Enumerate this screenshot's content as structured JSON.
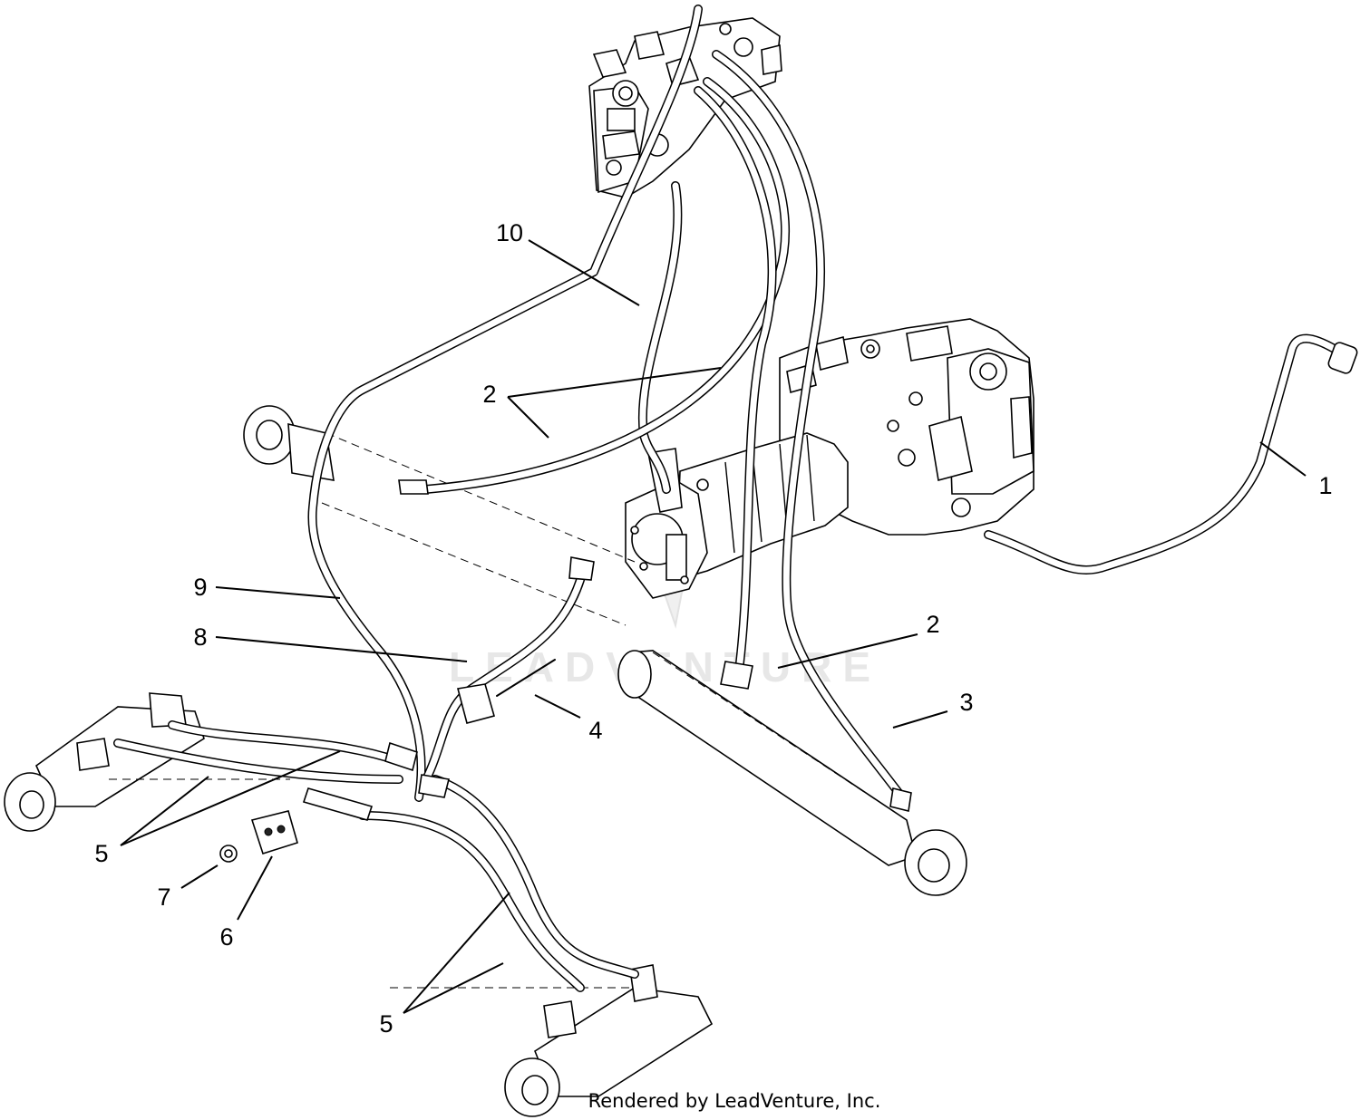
{
  "diagram": {
    "callouts": {
      "c1": "1",
      "c2a": "2",
      "c2b": "2",
      "c3": "3",
      "c4": "4",
      "c5a": "5",
      "c5b": "5",
      "c6": "6",
      "c7": "7",
      "c8": "8",
      "c9": "9",
      "c10": "10"
    },
    "watermark": "LEADVENTURE",
    "credit": "Rendered by LeadVenture, Inc."
  }
}
